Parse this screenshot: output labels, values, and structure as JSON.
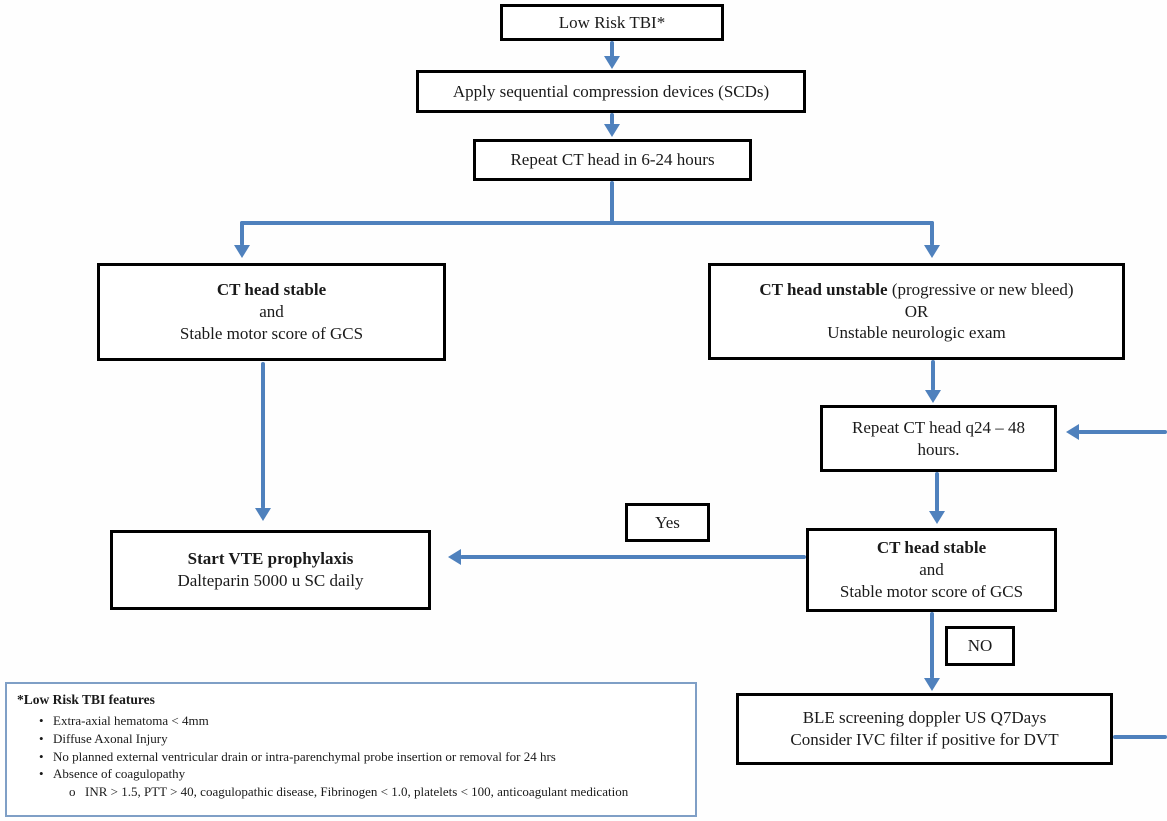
{
  "flowchart": {
    "nodes": {
      "low_risk": {
        "label": "Low Risk TBI*"
      },
      "apply_scds": {
        "label": "Apply sequential compression devices (SCDs)"
      },
      "repeat_ct_6_24": {
        "label": "Repeat CT head in 6-24 hours"
      },
      "ct_stable_left": {
        "line1": "CT head stable",
        "line2": "and",
        "line3": "Stable motor score of GCS"
      },
      "ct_unstable": {
        "line1_bold": "CT head unstable",
        "line1_rest": " (progressive or new bleed)",
        "line2": "OR",
        "line3": "Unstable neurologic exam"
      },
      "repeat_ct_q24_48": {
        "line1": "Repeat CT head q24 – 48",
        "line2": "hours."
      },
      "yes_label": {
        "label": "Yes"
      },
      "start_vte": {
        "line1": "Start VTE prophylaxis",
        "line2": "Dalteparin 5000 u SC daily"
      },
      "ct_stable_right": {
        "line1": "CT head stable",
        "line2": "and",
        "line3": "Stable motor score of GCS"
      },
      "no_label": {
        "label": "NO"
      },
      "ble_screening": {
        "line1": "BLE screening doppler US Q7Days",
        "line2": "Consider IVC filter if positive for DVT"
      }
    },
    "note": {
      "title": "*Low Risk TBI features",
      "bullet_marker": "•",
      "bullets": [
        "Extra-axial hematoma < 4mm",
        "Diffuse Axonal Injury",
        "No planned external ventricular drain or intra-parenchymal probe insertion or removal for 24 hrs",
        "Absence of coagulopathy"
      ],
      "sub_bullet_marker": "o",
      "sub_bullet": "INR > 1.5, PTT > 40, coagulopathic disease, Fibrinogen < 1.0, platelets < 100, anticoagulant medication"
    },
    "colors": {
      "arrow": "#4f81bd",
      "box_border": "#000000",
      "note_border": "#7f9fc6",
      "text": "#1a1a1a"
    }
  }
}
